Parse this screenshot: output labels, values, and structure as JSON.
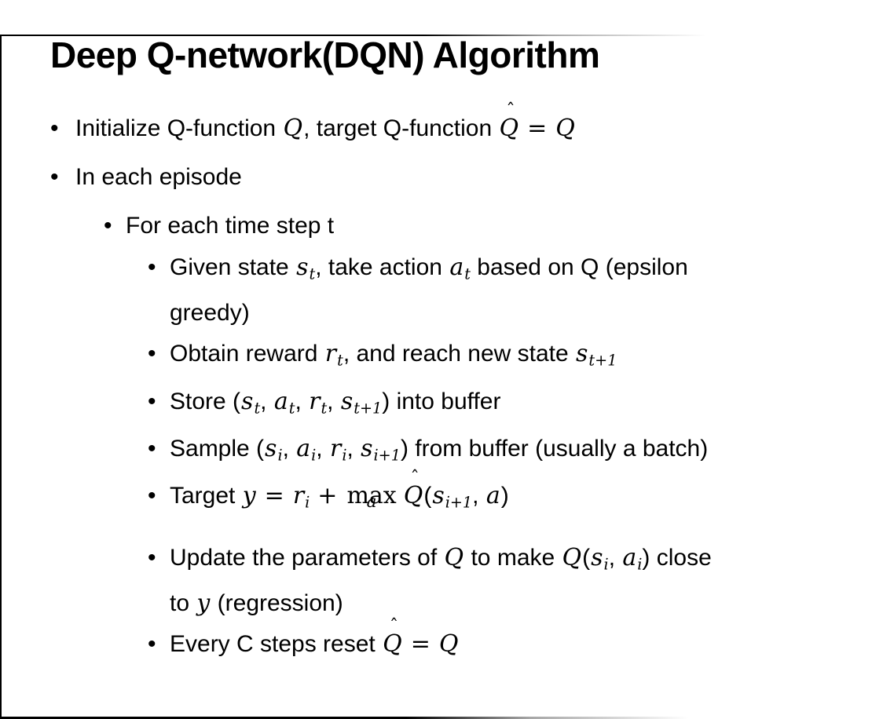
{
  "slide": {
    "title": "Deep Q-network(DQN) Algorithm",
    "bullet_glyph": "•",
    "colors": {
      "text": "#000000",
      "background": "#ffffff",
      "frame": "#000000"
    },
    "bullets": [
      {
        "level": 1,
        "segments": [
          {
            "t": "text",
            "v": "Initialize Q-function "
          },
          {
            "t": "var",
            "v": "Q"
          },
          {
            "t": "text",
            "v": ", target Q-function "
          },
          {
            "t": "hat",
            "v": "Q",
            "h": "ˆ"
          },
          {
            "t": "op",
            "v": "="
          },
          {
            "t": "var",
            "v": "Q"
          }
        ]
      },
      {
        "level": 1,
        "segments": [
          {
            "t": "text",
            "v": "In each episode"
          }
        ]
      },
      {
        "level": 2,
        "segments": [
          {
            "t": "text",
            "v": "For each time step t"
          }
        ]
      },
      {
        "level": 3,
        "segments": [
          {
            "t": "text",
            "v": "Given state "
          },
          {
            "t": "var",
            "v": "s"
          },
          {
            "t": "sub",
            "v": "t"
          },
          {
            "t": "text",
            "v": ", take action "
          },
          {
            "t": "var",
            "v": "a"
          },
          {
            "t": "sub",
            "v": "t"
          },
          {
            "t": "text",
            "v": " based on Q (epsilon"
          },
          {
            "t": "br"
          },
          {
            "t": "text",
            "v": "greedy)"
          }
        ]
      },
      {
        "level": 3,
        "segments": [
          {
            "t": "text",
            "v": "Obtain reward "
          },
          {
            "t": "var",
            "v": "r"
          },
          {
            "t": "sub",
            "v": "t"
          },
          {
            "t": "text",
            "v": ", and reach new state "
          },
          {
            "t": "var",
            "v": "s"
          },
          {
            "t": "sub",
            "v": "t+1"
          }
        ]
      },
      {
        "level": 3,
        "segments": [
          {
            "t": "text",
            "v": "Store ("
          },
          {
            "t": "var",
            "v": "s"
          },
          {
            "t": "sub",
            "v": "t"
          },
          {
            "t": "text",
            "v": ", "
          },
          {
            "t": "var",
            "v": "a"
          },
          {
            "t": "sub",
            "v": "t"
          },
          {
            "t": "text",
            "v": ", "
          },
          {
            "t": "var",
            "v": "r"
          },
          {
            "t": "sub",
            "v": "t"
          },
          {
            "t": "text",
            "v": ", "
          },
          {
            "t": "var",
            "v": "s"
          },
          {
            "t": "sub",
            "v": "t+1"
          },
          {
            "t": "text",
            "v": ") into buffer"
          }
        ]
      },
      {
        "level": 3,
        "segments": [
          {
            "t": "text",
            "v": "Sample ("
          },
          {
            "t": "var",
            "v": "s"
          },
          {
            "t": "sub",
            "v": "i"
          },
          {
            "t": "text",
            "v": ", "
          },
          {
            "t": "var",
            "v": "a"
          },
          {
            "t": "sub",
            "v": "i"
          },
          {
            "t": "text",
            "v": ", "
          },
          {
            "t": "var",
            "v": "r"
          },
          {
            "t": "sub",
            "v": "i"
          },
          {
            "t": "text",
            "v": ", "
          },
          {
            "t": "var",
            "v": "s"
          },
          {
            "t": "sub",
            "v": "i+1"
          },
          {
            "t": "text",
            "v": ") from buffer (usually a batch)"
          }
        ]
      },
      {
        "level": 3,
        "segments": [
          {
            "t": "text",
            "v": "Target "
          },
          {
            "t": "var",
            "v": "y"
          },
          {
            "t": "op",
            "v": "="
          },
          {
            "t": "var",
            "v": "r"
          },
          {
            "t": "sub",
            "v": "i"
          },
          {
            "t": "op",
            "v": "+"
          },
          {
            "t": "underop",
            "v": "max",
            "u": "a"
          },
          {
            "t": "hat",
            "v": "Q",
            "h": "ˆ"
          },
          {
            "t": "text",
            "v": "("
          },
          {
            "t": "var",
            "v": "s"
          },
          {
            "t": "sub",
            "v": "i+1"
          },
          {
            "t": "text",
            "v": ", "
          },
          {
            "t": "var",
            "v": "a"
          },
          {
            "t": "text",
            "v": ")"
          }
        ]
      },
      {
        "level": 3,
        "segments": [
          {
            "t": "text",
            "v": "Update the parameters of "
          },
          {
            "t": "var",
            "v": "Q"
          },
          {
            "t": "text",
            "v": " to make "
          },
          {
            "t": "var",
            "v": "Q"
          },
          {
            "t": "text",
            "v": "("
          },
          {
            "t": "var",
            "v": "s"
          },
          {
            "t": "sub",
            "v": "i"
          },
          {
            "t": "text",
            "v": ", "
          },
          {
            "t": "var",
            "v": "a"
          },
          {
            "t": "sub",
            "v": "i"
          },
          {
            "t": "text",
            "v": ") close"
          },
          {
            "t": "br"
          },
          {
            "t": "text",
            "v": "to "
          },
          {
            "t": "var",
            "v": "y"
          },
          {
            "t": "text",
            "v": " (regression)"
          }
        ]
      },
      {
        "level": 3,
        "segments": [
          {
            "t": "text",
            "v": "Every C steps reset "
          },
          {
            "t": "hat",
            "v": "Q",
            "h": "ˆ"
          },
          {
            "t": "op",
            "v": "="
          },
          {
            "t": "var",
            "v": "Q"
          }
        ]
      }
    ]
  }
}
